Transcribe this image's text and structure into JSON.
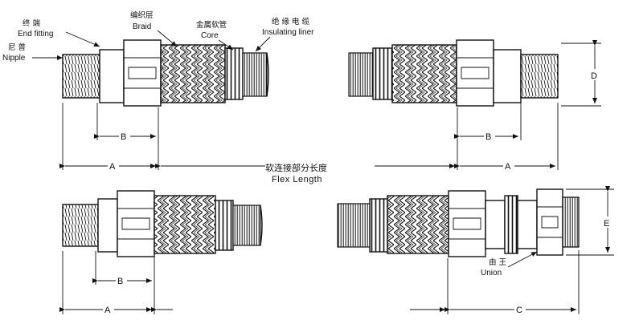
{
  "labels": {
    "end_fitting_cn": "终 端",
    "end_fitting_en": "End fitting",
    "nipple_cn": "尼 普",
    "nipple_en": "Nipple",
    "braid_cn": "编织层",
    "braid_en": "Braid",
    "core_cn": "金属软管",
    "core_en": "Core",
    "liner_cn": "绝 缘 电 缆",
    "liner_en": "Insulating liner",
    "union_cn": "由 王",
    "union_en": "Union"
  },
  "dimensions": {
    "A": "A",
    "B": "B",
    "C": "C",
    "D": "D",
    "E": "E"
  },
  "caption": {
    "cn": "软连接部分长度",
    "en": "Flex Length"
  }
}
